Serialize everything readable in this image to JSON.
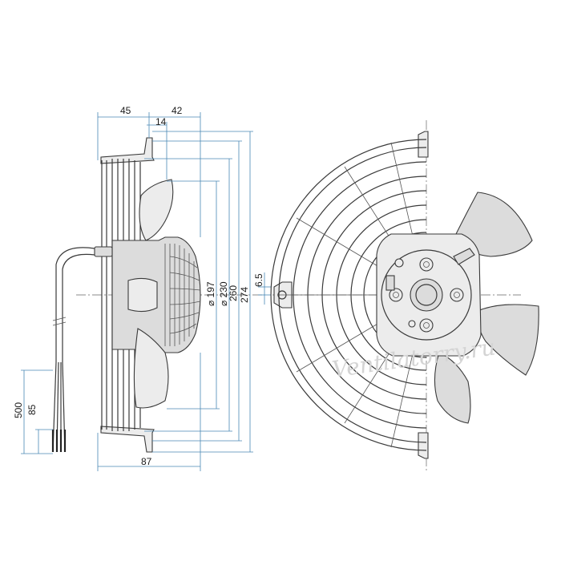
{
  "dimensions": {
    "width_45": "45",
    "width_42": "42",
    "offset_14": "14",
    "dia_197": "⌀ 197",
    "dia_230": "⌀ 230",
    "dia_260": "260",
    "dia_274": "274",
    "depth_87": "87",
    "cable_500": "500",
    "strip_85": "85",
    "bracket_6_5": "6.5"
  },
  "watermark": "Ventilatorry.ru",
  "colors": {
    "dimension_line": "#4a88b5",
    "outline": "#3a3a3a",
    "fill": "#dcdcdc"
  }
}
